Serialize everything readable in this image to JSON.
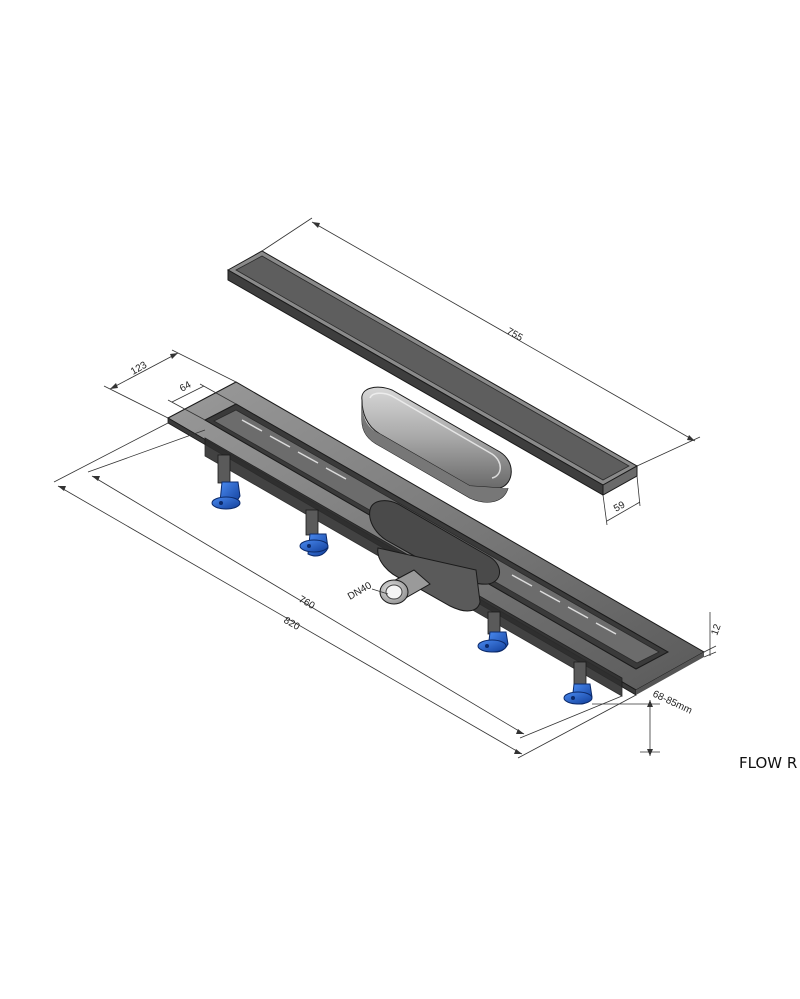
{
  "product": {
    "name": "FLOW R"
  },
  "dimensions": {
    "grate_length": "755",
    "grate_width": "59",
    "flange_width": "123",
    "channel_width": "64",
    "channel_length": "760",
    "overall_length": "820",
    "outlet": "DN40",
    "flange_height": "12",
    "leg_height": "68-85mm"
  },
  "colors": {
    "line": "#1a1a1a",
    "steel_dark": "#4a4a4a",
    "steel_mid": "#7a7a7a",
    "steel_light": "#b8b8b8",
    "leg_blue": "#1f5fd0"
  }
}
